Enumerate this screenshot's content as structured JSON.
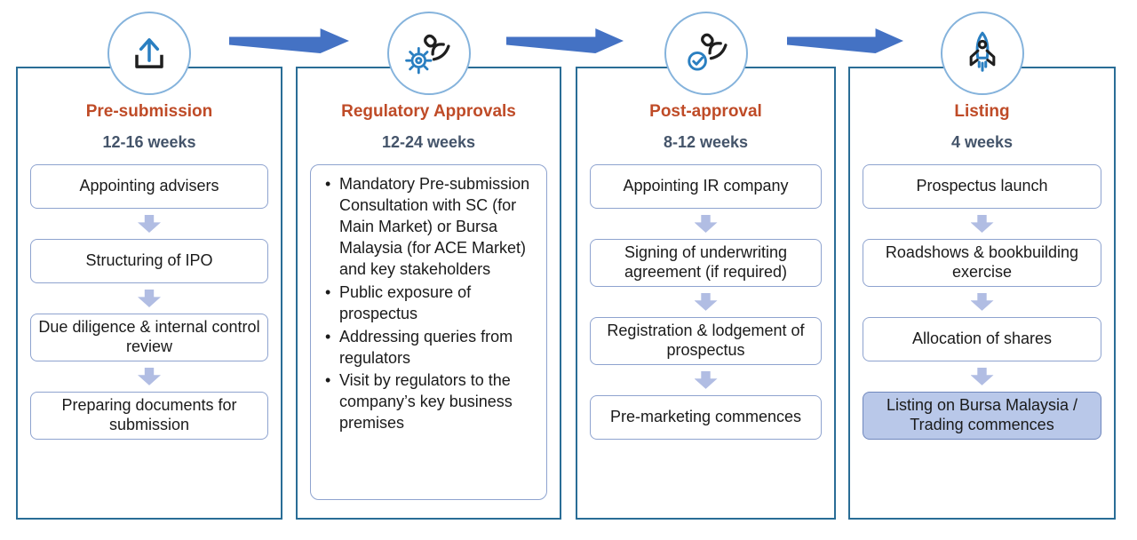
{
  "columns": [
    {
      "title": "Pre-submission",
      "duration": "12-16 weeks",
      "icon": "upload-icon",
      "steps": [
        "Appointing advisers",
        "Structuring of IPO",
        "Due diligence & internal control review",
        "Preparing documents for submission"
      ]
    },
    {
      "title": "Regulatory Approvals",
      "duration": "12-24 weeks",
      "icon": "gear-stamp-icon",
      "bullets": [
        "Mandatory Pre-submission Consultation with SC (for Main Market) or Bursa Malaysia (for ACE Market) and key stakeholders",
        "Public exposure of prospectus",
        "Addressing queries from regulators",
        "Visit by regulators to the company’s key business premises"
      ]
    },
    {
      "title": "Post-approval",
      "duration": "8-12 weeks",
      "icon": "stamp-check-icon",
      "steps": [
        "Appointing IR company",
        "Signing of underwriting agreement (if required)",
        "Registration & lodgement of prospectus",
        "Pre-marketing commences"
      ]
    },
    {
      "title": "Listing",
      "duration": "4 weeks",
      "icon": "rocket-icon",
      "steps": [
        "Prospectus launch",
        "Roadshows & bookbuilding exercise",
        "Allocation of shares",
        "Listing on Bursa Malaysia / Trading commences"
      ],
      "highlighted_step": "Listing on Bursa Malaysia / Trading commences"
    }
  ],
  "colors": {
    "stage_title": "#bf4b27",
    "duration_text": "#44546a",
    "flow_arrow": "#4472c4",
    "step_arrow": "#b1bde3",
    "column_border": "#2a6d96",
    "step_border": "#8ea3cf",
    "highlight_fill": "#b9c8e9",
    "highlight_border": "#6f87bd",
    "circle_border": "#85b3dc",
    "icon_blue": "#2a7fc1",
    "icon_black": "#1f1f1f"
  }
}
